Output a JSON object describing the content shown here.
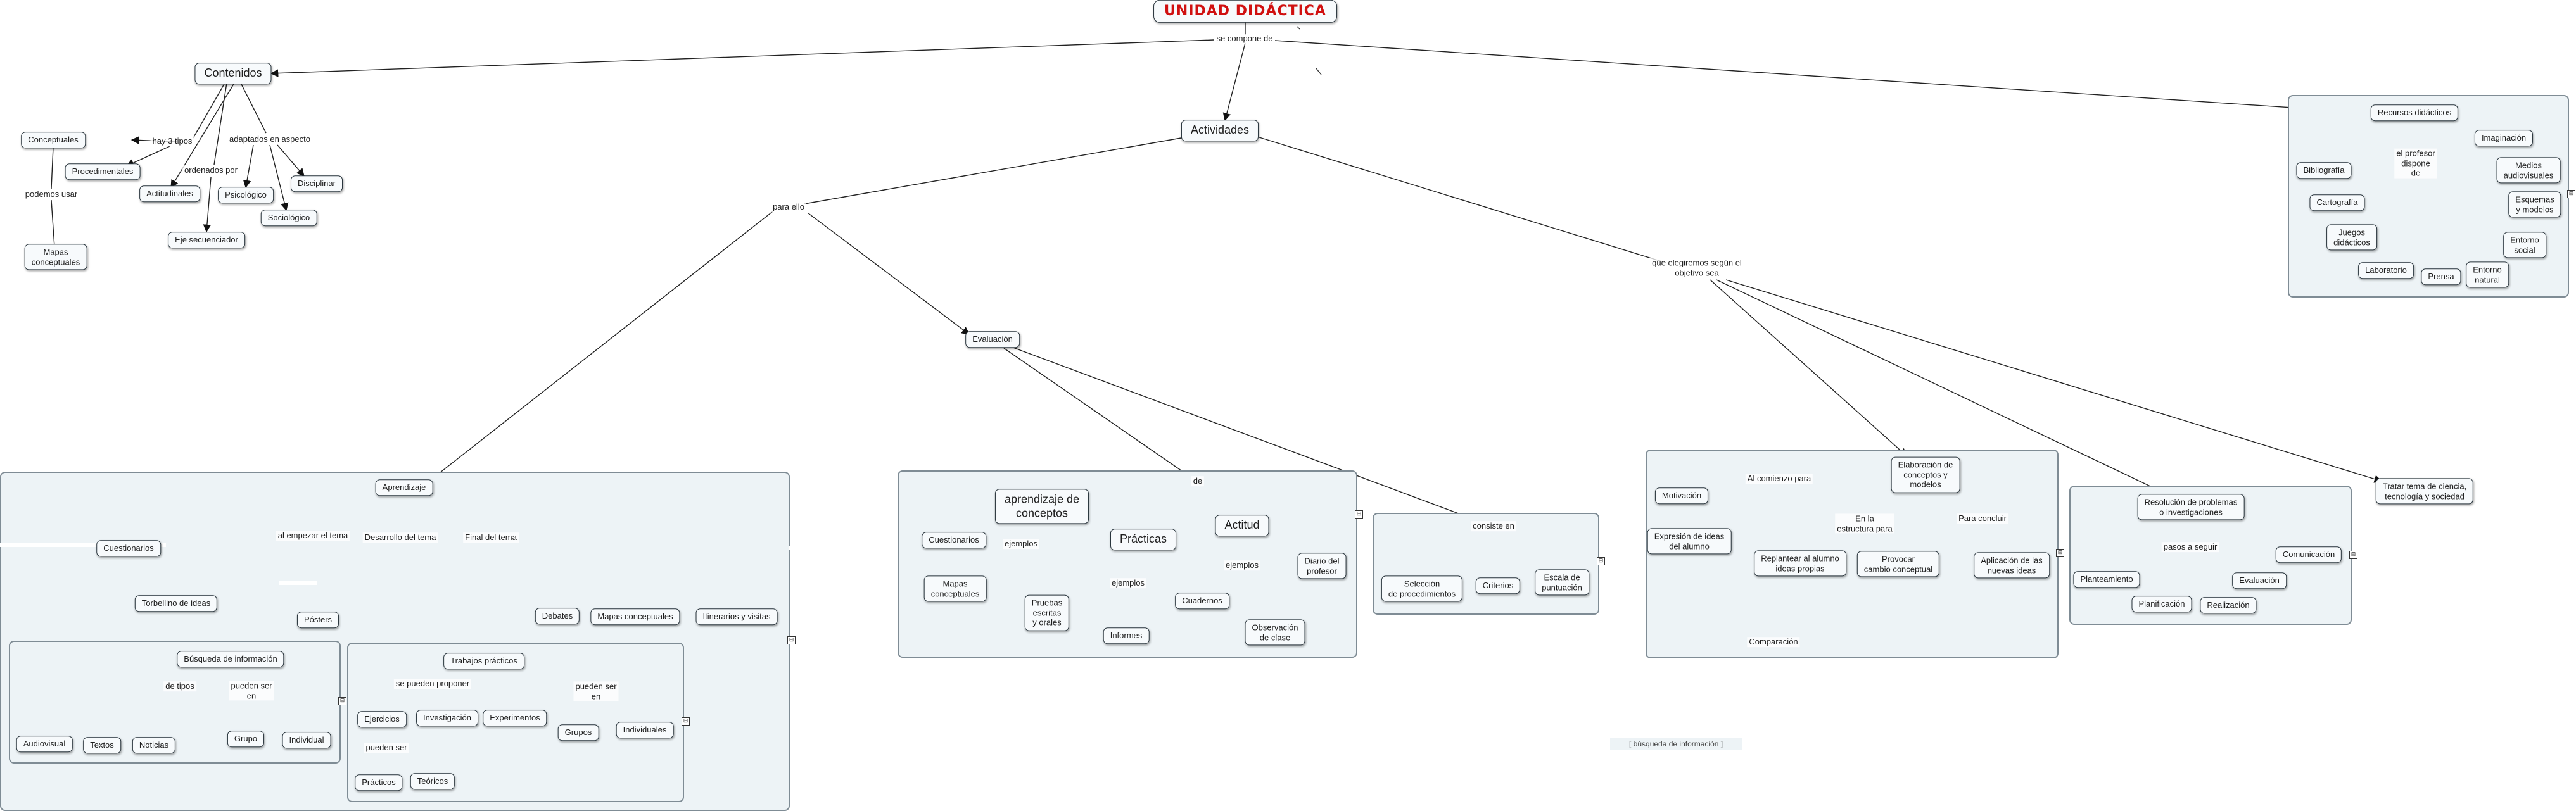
{
  "diagram": {
    "title": "UNIDAD DIDÁCTICA",
    "concepts": {
      "contenidos": "Contenidos",
      "conceptuales": "Conceptuales",
      "procedimentales": "Procedimentales",
      "actitudinales": "Actitudinales",
      "eje_secuenciador": "Eje secuenciador",
      "psicologico": "Psicológico",
      "sociologico": "Sociológico",
      "disciplinar": "Disciplinar",
      "mapas_conceptuales_1": "Mapas\nconceptuales",
      "actividades": "Actividades",
      "recursos": "Recursos didácticos",
      "imaginacion": "Imaginación",
      "bibliografia": "Bibliografía",
      "medios": "Medios\naudiovisuales",
      "cartografia": "Cartografía",
      "esquemas": "Esquemas\ny modelos",
      "juegos": "Juegos\ndidácticos",
      "entorno_social": "Entorno\nsocial",
      "laboratorio": "Laboratorio",
      "prensa": "Prensa",
      "entorno_natural": "Entorno\nnatural",
      "evaluacion": "Evaluación",
      "aprendizaje": "Aprendizaje",
      "cuestionarios_1": "Cuestionarios",
      "torbellino": "Torbellino de ideas",
      "posters": "Pósters",
      "debates": "Debates",
      "mapas_conceptuales_2": "Mapas conceptuales",
      "itinerarios": "Itinerarios y visitas",
      "busqueda": "Búsqueda de información",
      "audiovisual": "Audiovisual",
      "textos": "Textos",
      "noticias": "Noticias",
      "grupo": "Grupo",
      "individual": "Individual",
      "trabajos": "Trabajos prácticos",
      "ejercicios": "Ejercicios",
      "investigacion": "Investigación",
      "experimentos": "Experimentos",
      "grupos": "Grupos",
      "individuales": "Individuales",
      "practicos": "Prácticos",
      "teoricos": "Teóricos",
      "aprendizaje_conceptos": "aprendizaje de\nconceptos",
      "practicas": "Prácticas",
      "actitud": "Actitud",
      "cuestionarios_2": "Cuestionarios",
      "mapas_conceptuales_3": "Mapas\nconceptuales",
      "pruebas": "Pruebas\nescritas\ny orales",
      "informes": "Informes",
      "cuadernos": "Cuadernos",
      "diario": "Diario del\nprofesor",
      "observacion": "Observación\nde clase",
      "seleccion": "Selección\nde procedimientos",
      "criterios": "Criterios",
      "escala": "Escala de\npuntuación",
      "elaboracion": "Elaboración de\nconceptos y\nmodelos",
      "motivacion": "Motivación",
      "expresion": "Expresión de ideas\ndel alumno",
      "replantear": "Replantear al alumno\nideas propias",
      "provocar": "Provocar\ncambio conceptual",
      "aplicacion": "Aplicación de las\nnuevas ideas",
      "resolucion": "Resolución de problemas\no investigaciones",
      "planteamiento": "Planteamiento",
      "planificacion": "Planificación",
      "realizacion": "Realización",
      "evaluacion_2": "Evaluación",
      "comunicacion": "Comunicación",
      "tratar": "Tratar tema de ciencia,\ntecnología y sociedad"
    },
    "links": {
      "se_compone": "se compone de",
      "hay_3": "hay 3 tipos",
      "adaptados": "adaptados en aspecto",
      "ordenados": "ordenados por",
      "podemos": "podemos usar",
      "para_ello": "para ello",
      "que_elegiremos": "que elegiremos según el\nobjetivo sea",
      "profesor_dispone": "el profesor\ndispone\nde",
      "al_empezar": "al empezar el tema",
      "desarrollo": "Desarrollo del tema",
      "final": "Final del tema",
      "de_tipos": "de tipos",
      "pueden_ser_1": "pueden ser\nen",
      "se_pueden": "se pueden proponer",
      "pueden_ser_2": "pueden ser\nen",
      "pueden_ser_3": "pueden ser",
      "de": "de",
      "ejemplos_1": "ejemplos",
      "ejemplos_2": "ejemplos",
      "ejemplos_3": "ejemplos",
      "consiste": "consiste en",
      "al_comienzo": "Al comienzo para",
      "en_la": "En la\nestructura para",
      "para_concluir": "Para concluir",
      "comparacion": "Comparación",
      "pasos": "pasos a seguir"
    },
    "footer_hint": "[ búsqueda de información ]"
  }
}
